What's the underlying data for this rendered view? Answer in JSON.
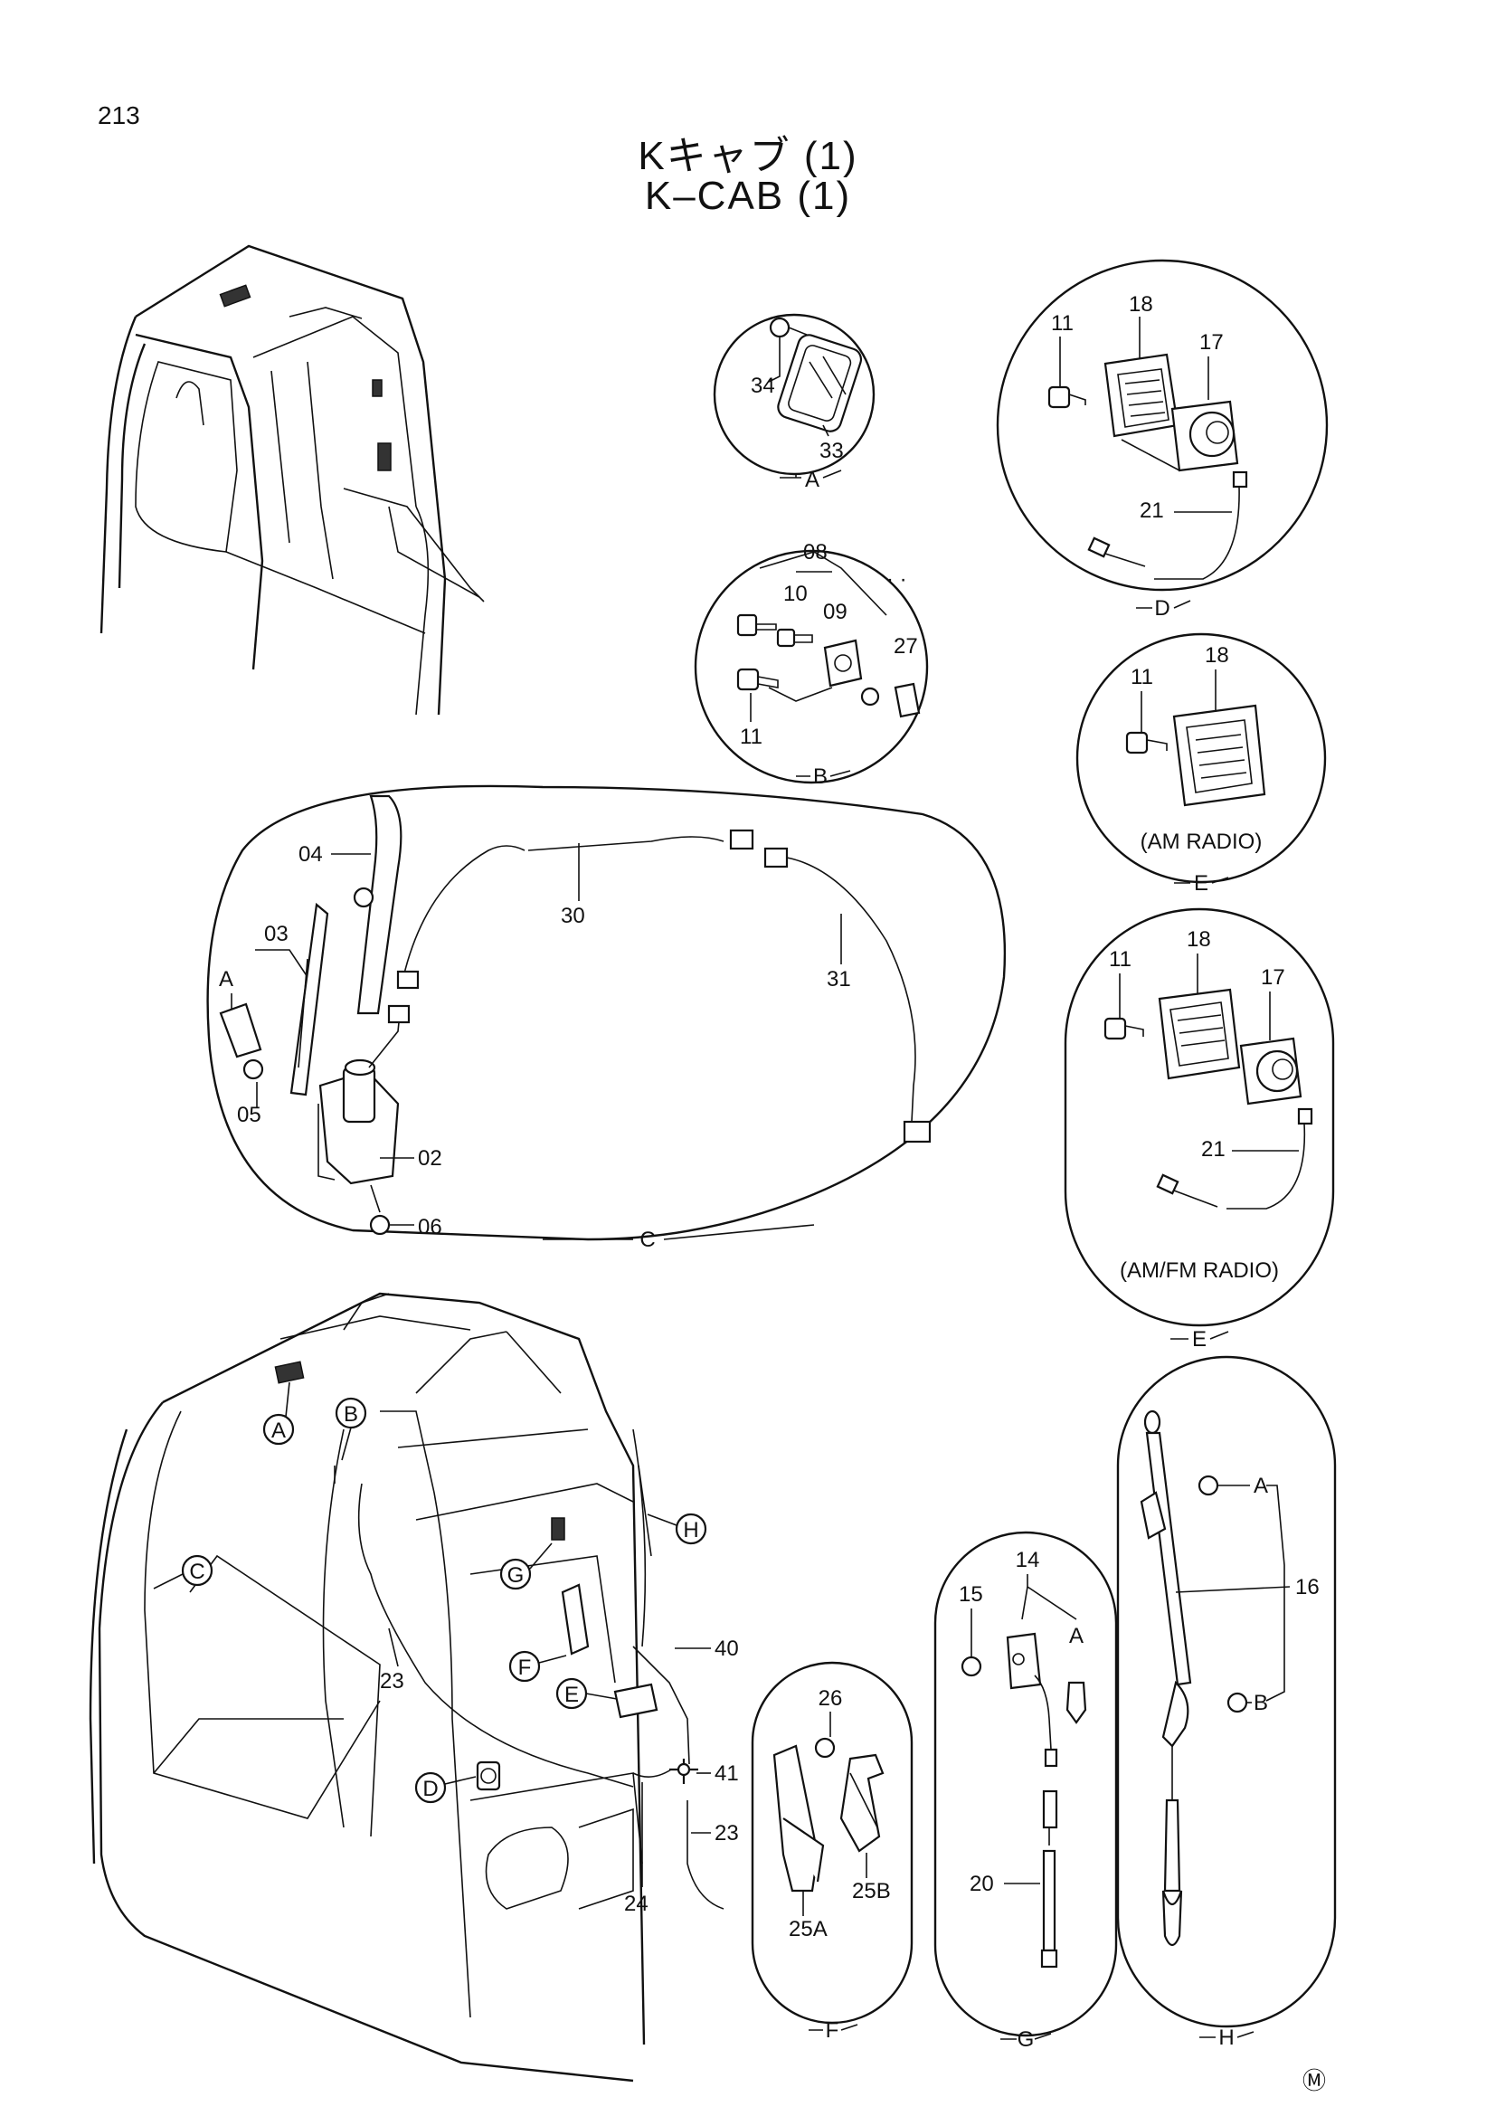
{
  "page_number": "213",
  "title_jp": "Kキャブ (1)",
  "title_en": "K–CAB (1)",
  "maker_mark": "Ⓜ",
  "callouts": [
    "A",
    "B",
    "C",
    "D",
    "E",
    "F",
    "G",
    "H"
  ],
  "detail_A": {
    "id": "A",
    "parts": [
      "34",
      "33"
    ]
  },
  "detail_B": {
    "id": "B",
    "parts": [
      "08",
      "10",
      "09",
      "27",
      "11"
    ]
  },
  "detail_C": {
    "id": "C",
    "parts": [
      "04",
      "03",
      "A",
      "05",
      "02",
      "06",
      "30",
      "31"
    ]
  },
  "detail_D": {
    "id": "D",
    "parts": [
      "11",
      "18",
      "17",
      "21"
    ]
  },
  "detail_E1": {
    "id": "E",
    "parts": [
      "11",
      "18"
    ],
    "caption": "(AM  RADIO)"
  },
  "detail_E2": {
    "id": "E",
    "parts": [
      "11",
      "18",
      "17",
      "21"
    ],
    "caption": "(AM/FM  RADIO)"
  },
  "detail_F": {
    "id": "F",
    "parts": [
      "26",
      "25A",
      "25B"
    ]
  },
  "detail_G": {
    "id": "G",
    "parts": [
      "14",
      "15",
      "A",
      "20"
    ]
  },
  "detail_H": {
    "id": "H",
    "parts": [
      "A",
      "16",
      "B"
    ]
  },
  "main_cab": {
    "parts": [
      "23",
      "40",
      "41",
      "23",
      "24"
    ]
  }
}
